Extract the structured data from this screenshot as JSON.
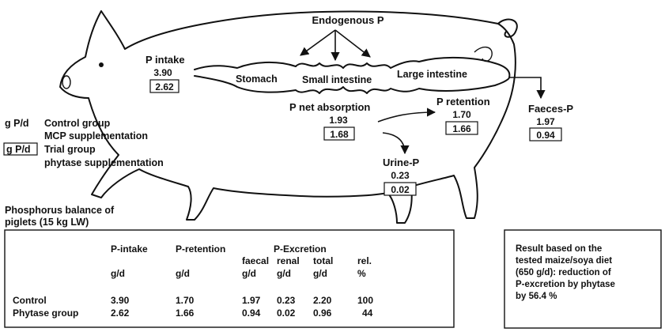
{
  "diagram": {
    "endogenous_label": "Endogenous P",
    "intake_label": "P intake",
    "intake_control": "3.90",
    "intake_trial": "2.62",
    "organs": {
      "stomach": "Stomach",
      "small_intestine": "Small intestine",
      "large_intestine": "Large intestine"
    },
    "absorption_label": "P net absorption",
    "absorption_control": "1.93",
    "absorption_trial": "1.68",
    "retention_label": "P retention",
    "retention_control": "1.70",
    "retention_trial": "1.66",
    "faeces_label": "Faeces-P",
    "faeces_control": "1.97",
    "faeces_trial": "0.94",
    "urine_label": "Urine-P",
    "urine_control": "0.23",
    "urine_trial": "0.02"
  },
  "legend": {
    "control_unit": "g P/d",
    "control_line1": "Control group",
    "control_line2": "MCP supplementation",
    "trial_unit": "g P/d",
    "trial_line1": "Trial group",
    "trial_line2": "phytase supplementation"
  },
  "balance": {
    "title_line1": "Phosphorus balance of",
    "title_line2": "piglets (15 kg LW)",
    "h_intake": "P-intake",
    "h_retention": "P-retention",
    "h_excretion": "P-Excretion",
    "h_faecal": "faecal",
    "h_renal": "renal",
    "h_total": "total",
    "h_rel": "rel.",
    "u_intake": "g/d",
    "u_retention": "g/d",
    "u_faecal": "g/d",
    "u_renal": "g/d",
    "u_total": "g/d",
    "u_rel": "%",
    "rows": [
      {
        "group": "Control",
        "intake": "3.90",
        "retention": "1.70",
        "faecal": "1.97",
        "renal": "0.23",
        "total": "2.20",
        "rel": "100"
      },
      {
        "group": "Phytase group",
        "intake": "2.62",
        "retention": "1.66",
        "faecal": "0.94",
        "renal": "0.02",
        "total": "0.96",
        "rel": "44"
      }
    ]
  },
  "result": {
    "line1": "Result based on the",
    "line2": "tested maize/soya diet",
    "line3": "(650 g/d): reduction of",
    "line4": "P-excretion by phytase",
    "line5": "by 56.4 %"
  }
}
